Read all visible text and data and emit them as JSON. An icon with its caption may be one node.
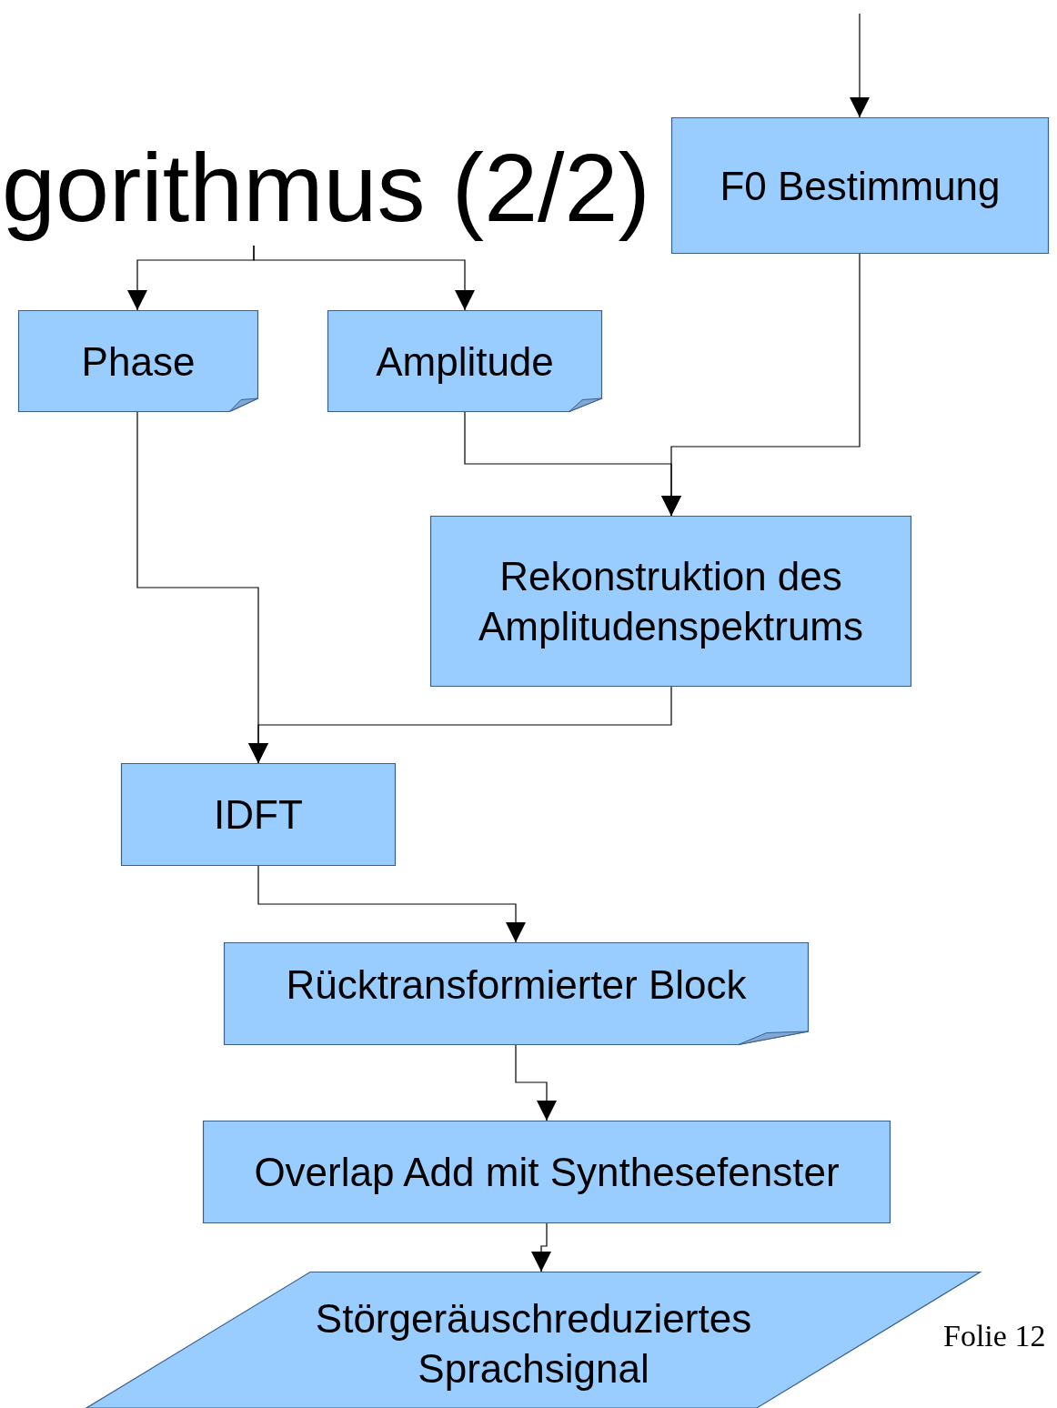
{
  "diagram": {
    "title": "gorithmus (2/2)",
    "nodes": [
      {
        "text": [
          "F0 Bestimmung"
        ]
      },
      {
        "text": [
          "Phase"
        ]
      },
      {
        "text": [
          "Amplitude"
        ]
      },
      {
        "text": [
          "Rekonstruktion des Amplitudenspektrums"
        ]
      },
      {
        "text": [
          "IDFT"
        ]
      },
      {
        "text": [
          "Rücktransformierter Block"
        ]
      },
      {
        "text": [
          "Overlap Add mit Synthesefenster"
        ]
      },
      {
        "text": [
          "Störgeräuschreduziertes Sprachsignal"
        ]
      }
    ],
    "edges": [
      {
        "from": null,
        "to": 0,
        "arrow": "to"
      },
      {
        "from": null,
        "to": 1,
        "arrow": "to"
      },
      {
        "from": null,
        "to": 2,
        "arrow": "to"
      },
      {
        "from": 0,
        "to": 3,
        "arrow": "to"
      },
      {
        "from": 2,
        "to": 3,
        "arrow": "to"
      },
      {
        "from": 1,
        "to": 4,
        "arrow": "to"
      },
      {
        "from": 3,
        "to": 4,
        "arrow": "to"
      },
      {
        "from": 4,
        "to": 5,
        "arrow": "to"
      },
      {
        "from": 5,
        "to": 6,
        "arrow": "to"
      },
      {
        "from": 6,
        "to": 7,
        "arrow": "to"
      }
    ],
    "labels": [
      "Folie 12"
    ]
  }
}
